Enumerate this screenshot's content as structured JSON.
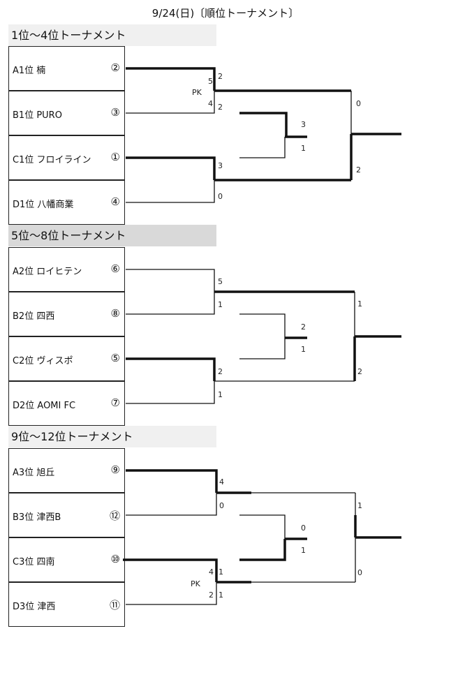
{
  "title": "9/24(日)〔順位トーナメント〕",
  "sections": [
    {
      "heading": "1位～4位トーナメント",
      "header_color": "#f0f0f0",
      "teams": [
        {
          "name": "A1位  楠",
          "seed": "②"
        },
        {
          "name": "B1位  PURO",
          "seed": "③"
        },
        {
          "name": "C1位  フロイライン",
          "seed": "①"
        },
        {
          "name": "D1位  八幡商業",
          "seed": "④"
        }
      ],
      "semi1": {
        "top": "2",
        "bottom": "2",
        "pk_label": "PK",
        "pk_top": "5",
        "pk_bottom": "4"
      },
      "semi2": {
        "top": "3",
        "bottom": "0"
      },
      "final": {
        "top": "0",
        "bottom": "2"
      },
      "third": {
        "top": "3",
        "bottom": "1"
      }
    },
    {
      "heading": "5位～8位トーナメント",
      "header_color": "#d9d9d9",
      "teams": [
        {
          "name": "A2位  ロイヒテン",
          "seed": "⑥"
        },
        {
          "name": "B2位  四西",
          "seed": "⑧"
        },
        {
          "name": "C2位  ヴィスポ",
          "seed": "⑤"
        },
        {
          "name": "D2位  AOMI  FC",
          "seed": "⑦"
        }
      ],
      "semi1": {
        "top": "5",
        "bottom": "1"
      },
      "semi2": {
        "top": "2",
        "bottom": "1"
      },
      "final": {
        "top": "1",
        "bottom": "2"
      },
      "third": {
        "top": "2",
        "bottom": "1"
      }
    },
    {
      "heading": "9位～12位トーナメント",
      "header_color": "#f0f0f0",
      "teams": [
        {
          "name": "A3位  旭丘",
          "seed": "⑨"
        },
        {
          "name": "B3位  津西B",
          "seed": "⑫"
        },
        {
          "name": "C3位  四南",
          "seed": "⑩"
        },
        {
          "name": "D3位  津西",
          "seed": "⑪"
        }
      ],
      "semi1": {
        "top": "4",
        "bottom": "0"
      },
      "semi2": {
        "top": "1",
        "bottom": "1",
        "pk_label": "PK",
        "pk_top": "4",
        "pk_bottom": "2"
      },
      "final": {
        "top": "1",
        "bottom": "0"
      },
      "third": {
        "top": "0",
        "bottom": "1"
      }
    }
  ]
}
